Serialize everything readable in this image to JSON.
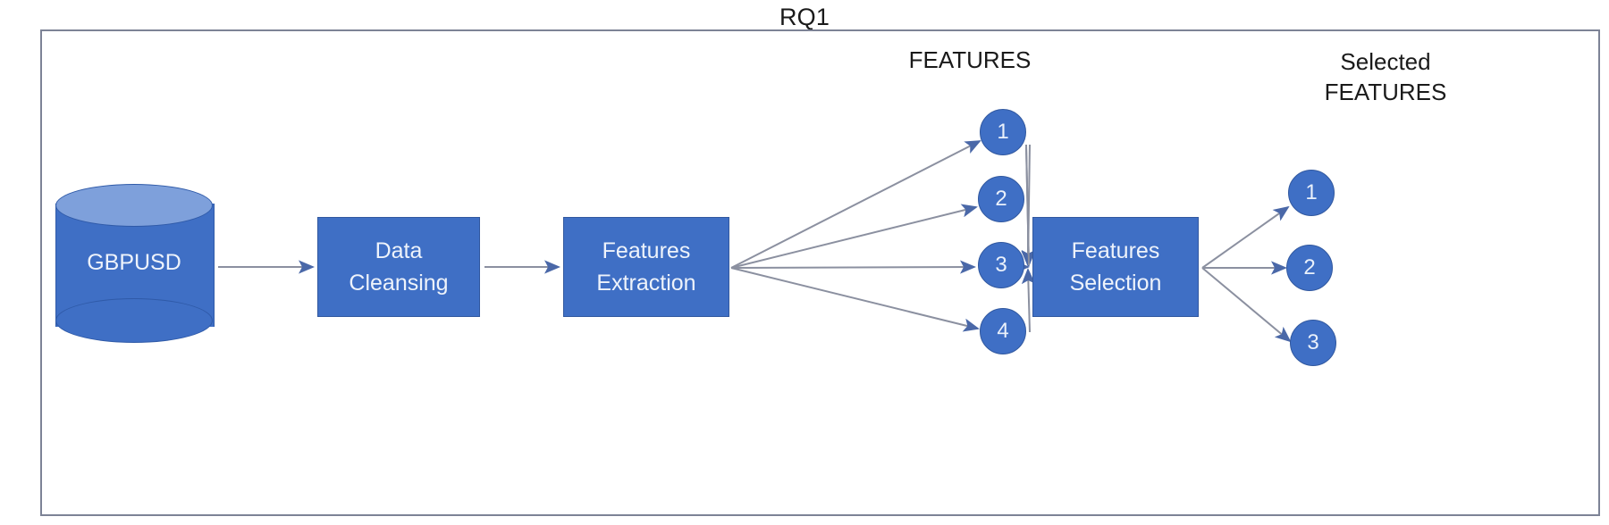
{
  "diagram": {
    "title": "RQ1",
    "frame_border_color": "#7d8396",
    "accent_color": "#3f6fc5",
    "accent_light_color": "#7ea0db",
    "arrow_color": "#7f8596",
    "text_on_accent": "#eef3fb"
  },
  "datasource": {
    "label": "GBPUSD",
    "shape": "cylinder-database"
  },
  "stages": [
    {
      "id": "data-cleansing",
      "line1": "Data",
      "line2": "Cleansing"
    },
    {
      "id": "features-extraction",
      "line1": "Features",
      "line2": "Extraction"
    },
    {
      "id": "features-selection",
      "line1": "Features",
      "line2": "Selection"
    }
  ],
  "features_group": {
    "label": "FEATURES",
    "nodes": [
      {
        "label": "1"
      },
      {
        "label": "2"
      },
      {
        "label": "3"
      },
      {
        "label": "4"
      }
    ]
  },
  "selected_features_group": {
    "label_line1": "Selected",
    "label_line2": "FEATURES",
    "nodes": [
      {
        "label": "1"
      },
      {
        "label": "2"
      },
      {
        "label": "3"
      }
    ]
  },
  "chart_data": {
    "type": "diagram",
    "title": "RQ1",
    "nodes": [
      {
        "id": "gbpusd",
        "kind": "cylinder",
        "label": "GBPUSD"
      },
      {
        "id": "data-cleansing",
        "kind": "box",
        "label": "Data Cleansing"
      },
      {
        "id": "features-extraction",
        "kind": "box",
        "label": "Features Extraction"
      },
      {
        "id": "feature-1",
        "kind": "circle",
        "label": "1",
        "group": "FEATURES"
      },
      {
        "id": "feature-2",
        "kind": "circle",
        "label": "2",
        "group": "FEATURES"
      },
      {
        "id": "feature-3",
        "kind": "circle",
        "label": "3",
        "group": "FEATURES"
      },
      {
        "id": "feature-4",
        "kind": "circle",
        "label": "4",
        "group": "FEATURES"
      },
      {
        "id": "features-selection",
        "kind": "box",
        "label": "Features Selection"
      },
      {
        "id": "selected-1",
        "kind": "circle",
        "label": "1",
        "group": "Selected FEATURES"
      },
      {
        "id": "selected-2",
        "kind": "circle",
        "label": "2",
        "group": "Selected FEATURES"
      },
      {
        "id": "selected-3",
        "kind": "circle",
        "label": "3",
        "group": "Selected FEATURES"
      }
    ],
    "edges": [
      {
        "from": "gbpusd",
        "to": "data-cleansing"
      },
      {
        "from": "data-cleansing",
        "to": "features-extraction"
      },
      {
        "from": "features-extraction",
        "to": "feature-1"
      },
      {
        "from": "features-extraction",
        "to": "feature-2"
      },
      {
        "from": "features-extraction",
        "to": "feature-3"
      },
      {
        "from": "features-extraction",
        "to": "feature-4"
      },
      {
        "from": "feature-1",
        "to": "features-selection"
      },
      {
        "from": "feature-2",
        "to": "features-selection"
      },
      {
        "from": "feature-3",
        "to": "features-selection"
      },
      {
        "from": "feature-4",
        "to": "features-selection"
      },
      {
        "from": "features-selection",
        "to": "selected-1"
      },
      {
        "from": "features-selection",
        "to": "selected-2"
      },
      {
        "from": "features-selection",
        "to": "selected-3"
      }
    ]
  }
}
